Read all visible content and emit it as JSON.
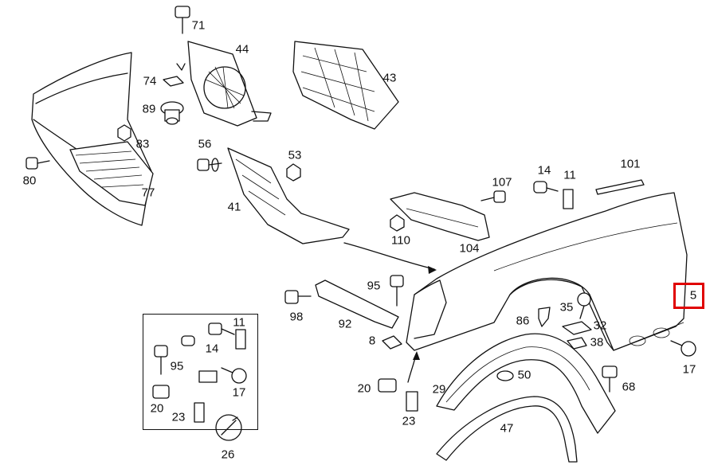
{
  "labels": {
    "p71": "71",
    "p44": "44",
    "p43": "43",
    "p74": "74",
    "p89": "89",
    "p83": "83",
    "p80": "80",
    "p77": "77",
    "p56": "56",
    "p53": "53",
    "p41": "41",
    "p107": "107",
    "p14a": "14",
    "p11a": "11",
    "p101": "101",
    "p110": "110",
    "p104": "104",
    "p95a": "95",
    "p98": "98",
    "p92": "92",
    "p5": "5",
    "p86": "86",
    "p35": "35",
    "p32": "32",
    "p38": "38",
    "p8": "8",
    "p17a": "17",
    "p11b": "11",
    "p14b": "14",
    "p95b": "95",
    "p17b": "17",
    "p20a": "20",
    "p23a": "23",
    "p26": "26",
    "p20b": "20",
    "p23b": "23",
    "p29": "29",
    "p50": "50",
    "p68": "68",
    "p47": "47"
  },
  "highlight": {
    "part": "5",
    "color": "#e00000"
  }
}
